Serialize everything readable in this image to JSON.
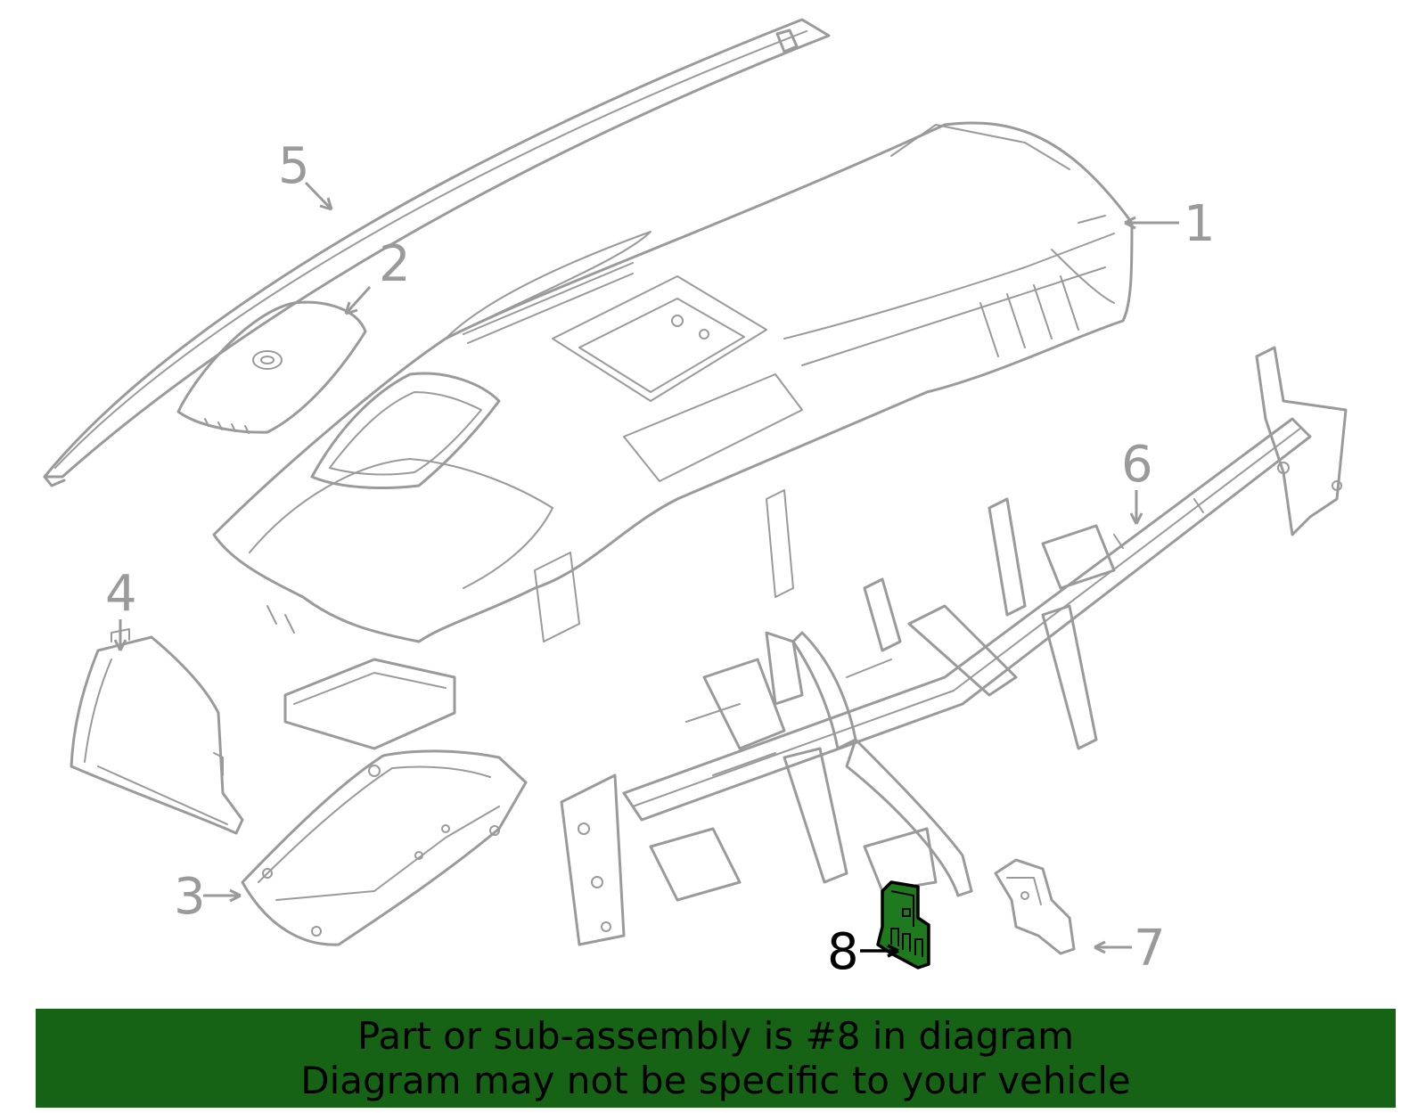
{
  "callouts": {
    "c1": "1",
    "c2": "2",
    "c3": "3",
    "c4": "4",
    "c5": "5",
    "c6": "6",
    "c7": "7",
    "c8": "8"
  },
  "highlighted_part": "8",
  "colors": {
    "outline": "#9a9a9a",
    "highlight_fill": "#1f7a1f",
    "banner_background": "#176316",
    "banner_text": "#000000"
  },
  "banner": {
    "line1": "Part or sub-assembly is #8 in diagram",
    "line2": "Diagram may not be specific to your vehicle"
  }
}
